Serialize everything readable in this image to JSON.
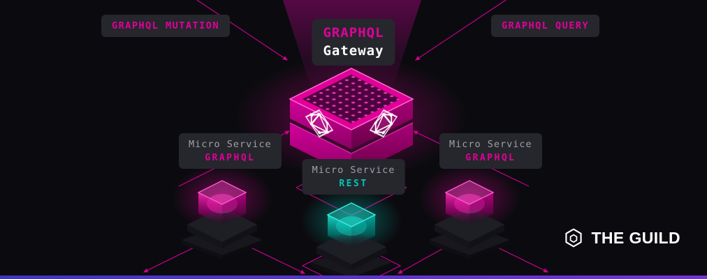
{
  "colors": {
    "bg": "#0b0b0f",
    "pink": "#e10098",
    "pink-bright": "#ff4fc8",
    "teal": "#00c7b7",
    "line-pink": "#d6009a",
    "box-bg": "#26262d",
    "gray-text": "#9fa0a6",
    "white": "#ffffff",
    "bar-left": "#3d35c9",
    "bar-right": "#7a2fe0"
  },
  "diagram": {
    "gateway": {
      "line1": "GRAPHQL",
      "line2": "Gateway"
    },
    "inputs": [
      {
        "label": "GRAPHQL MUTATION"
      },
      {
        "label": "GRAPHQL QUERY"
      }
    ],
    "services": [
      {
        "name": "Micro Service",
        "type": "GRAPHQL",
        "position": "left"
      },
      {
        "name": "Micro Service",
        "type": "REST",
        "position": "center"
      },
      {
        "name": "Micro Service",
        "type": "GRAPHQL",
        "position": "right"
      }
    ],
    "icons": {
      "gateway_face": "graphql-logo-icon",
      "brand": "guild-hexagon-icon"
    }
  },
  "brand": {
    "name": "THE GUILD"
  }
}
